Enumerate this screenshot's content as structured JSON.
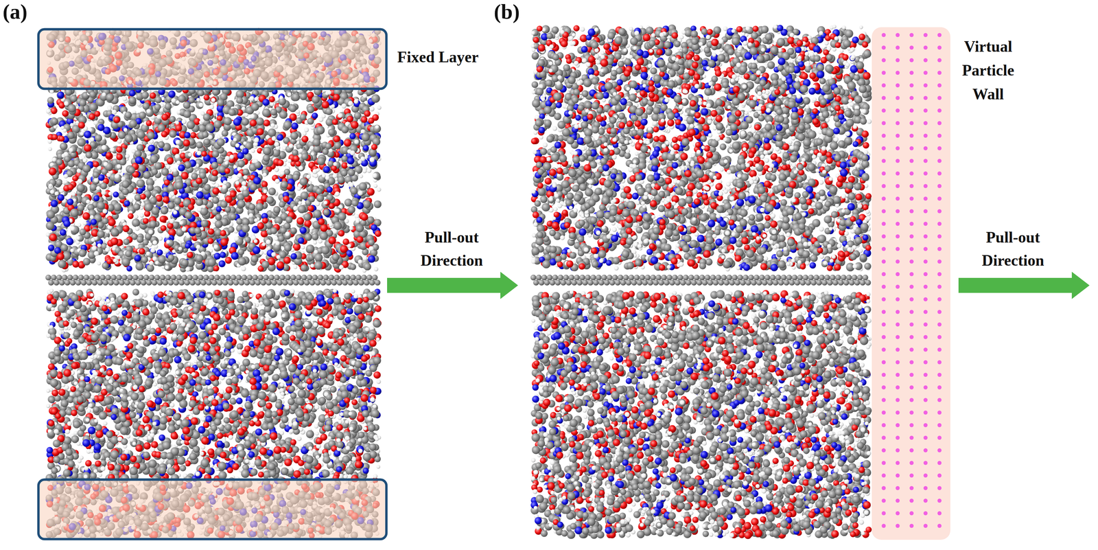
{
  "diagram": {
    "labels": [
      "(a)",
      "Fixed Layer",
      "Pull-out Direction",
      "(b)",
      "Virtual Particle Wall",
      "Pull-out Direction"
    ]
  }
}
